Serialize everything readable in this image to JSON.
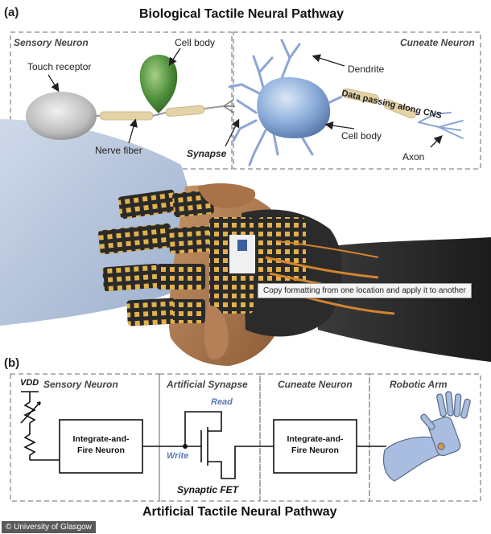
{
  "panel_a": {
    "label": "(a)",
    "title": "Biological Tactile Neural Pathway",
    "sensory_neuron": "Sensory Neuron",
    "cuneate_neuron": "Cuneate Neuron",
    "touch_receptor": "Touch receptor",
    "cell_body_1": "Cell body",
    "nerve_fiber": "Nerve fiber",
    "synapse": "Synapse",
    "dendrite": "Dendrite",
    "data_passing": "Data passing along CNS",
    "cell_body_2": "Cell body",
    "axon": "Axon"
  },
  "tooltip": "Copy formatting from one location and apply it to another",
  "panel_b": {
    "label": "(b)",
    "vdd": "VDD",
    "sensory_neuron": "Sensory Neuron",
    "artificial_synapse": "Artificial Synapse",
    "cuneate_neuron": "Cuneate Neuron",
    "robotic_arm": "Robotic Arm",
    "box1_line1": "Integrate-and-",
    "box1_line2": "Fire Neuron",
    "read": "Read",
    "write": "Write",
    "synaptic_fet": "Synaptic FET",
    "box2_line1": "Integrate-and-",
    "box2_line2": "Fire Neuron",
    "bottom_title": "Artificial Tactile Neural Pathway"
  },
  "credit": "© University of Glasgow",
  "colors": {
    "cell_green": "#4e8f3a",
    "neuron_blue": "#7f9fcf",
    "nerve_beige": "#e3d3a7",
    "arm_blue": "#a9bde0",
    "dash_gray": "#8a8a8a"
  }
}
